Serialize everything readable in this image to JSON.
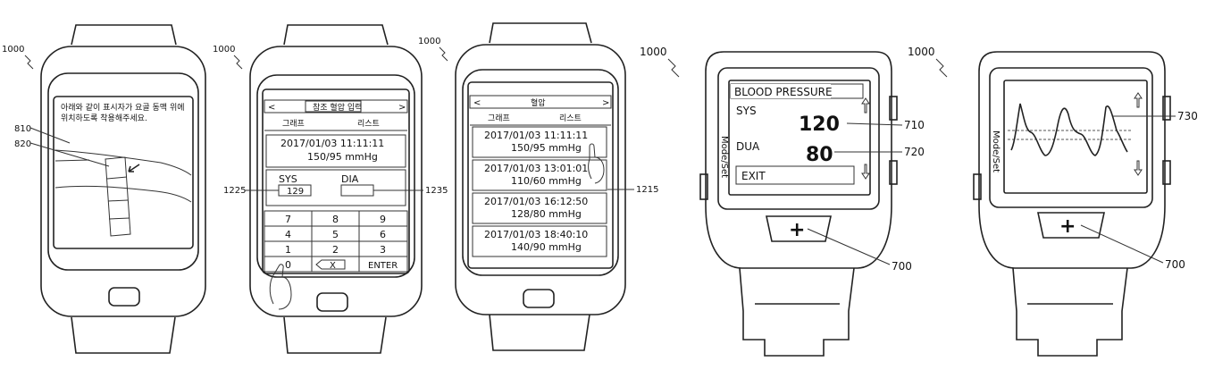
{
  "refs": {
    "device": "1000",
    "band": "810",
    "sensor": "820",
    "sys_field": "1225",
    "dia_field": "1235",
    "list_screen": "1215",
    "sys_value": "710",
    "dia_value": "720",
    "waveform": "730",
    "plus_button": "700"
  },
  "watch1": {
    "instruction_line1": "아래와 같이 표시자가 요골 동맥 위에",
    "instruction_line2": "위치하도록 착용해주세요."
  },
  "watch2": {
    "nav_prev": "<",
    "title": "참조 혈압 입력",
    "nav_next": ">",
    "tab_graph": "그래프",
    "tab_list": "리스트",
    "datetime": "2017/01/03     11:11:11",
    "reading": "150/95 mmHg",
    "sys_label": "SYS",
    "sys_value": "129",
    "dia_label": "DIA",
    "keys": [
      "7",
      "8",
      "9",
      "4",
      "5",
      "6",
      "1",
      "2",
      "3",
      "0",
      "X",
      "ENTER"
    ]
  },
  "watch3": {
    "nav_prev": "<",
    "title": "혈압",
    "nav_next": ">",
    "tab_graph": "그래프",
    "tab_list": "리스트",
    "entries": [
      {
        "datetime": "2017/01/03     11:11:11",
        "reading": "150/95 mmHg"
      },
      {
        "datetime": "2017/01/03     13:01:01",
        "reading": "110/60 mmHg"
      },
      {
        "datetime": "2017/01/03     16:12:50",
        "reading": "128/80 mmHg"
      },
      {
        "datetime": "2017/01/03     18:40:10",
        "reading": "140/90 mmHg"
      }
    ]
  },
  "watch4": {
    "header": "BLOOD PRESSURE",
    "sys_label": "SYS",
    "sys_value": "120",
    "dua_label": "DUA",
    "dua_value": "80",
    "exit_label": "EXIT",
    "side_label": "Mode/Set",
    "button_glyph": "+"
  },
  "watch5": {
    "side_label": "Mode/Set",
    "button_glyph": "+"
  }
}
